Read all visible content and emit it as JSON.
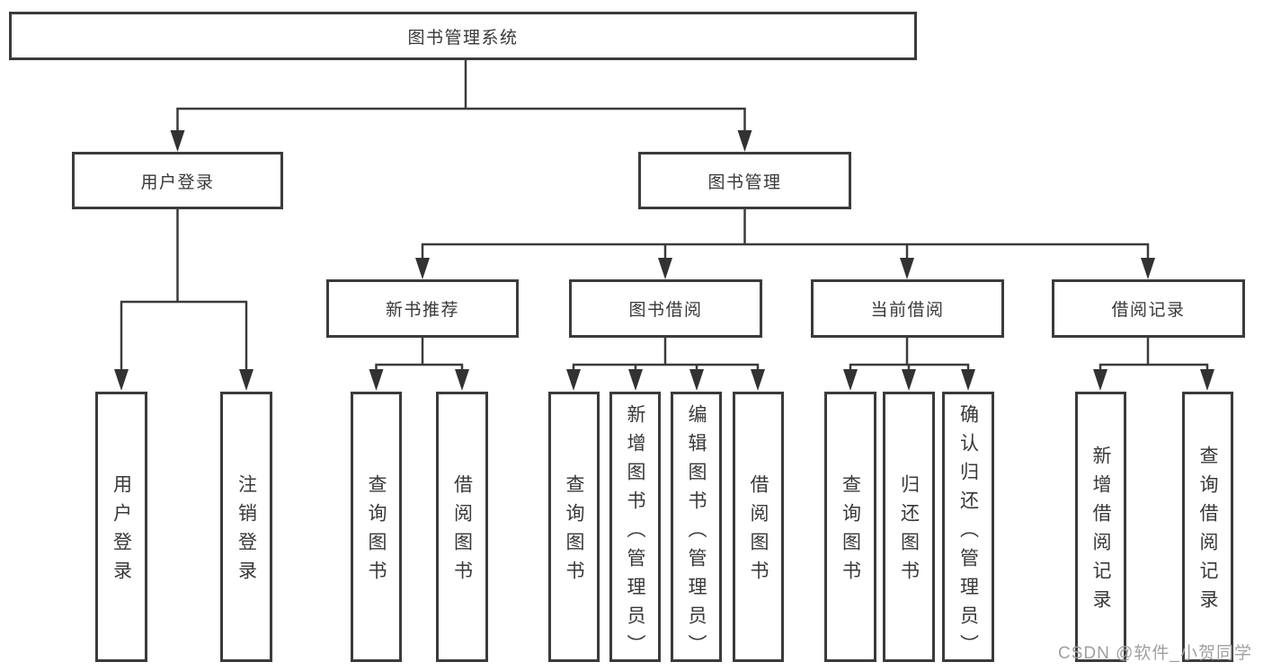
{
  "nodes": {
    "root": "图书管理系统",
    "level2": [
      "用户登录",
      "图书管理"
    ],
    "level3": [
      "新书推荐",
      "图书借阅",
      "当前借阅",
      "借阅记录"
    ],
    "leaves": {
      "user": [
        "用户登录",
        "注销登录"
      ],
      "recommend": [
        "查询图书",
        "借阅图书"
      ],
      "borrow": [
        "查询图书",
        "新增图书（管理员）",
        "编辑图书（管理员）",
        "借阅图书"
      ],
      "current": [
        "查询图书",
        "归还图书",
        "确认归还（管理员）"
      ],
      "records": [
        "新增借阅记录",
        "查询借阅记录"
      ]
    }
  },
  "watermark": "CSDN @软件_小贺同学",
  "colors": {
    "line": "#3b3b3b",
    "arrow": "#323232",
    "box_border": "#3b3b3b",
    "text": "#383838",
    "watermark": "#a0a0a0",
    "background": "#ffffff"
  }
}
